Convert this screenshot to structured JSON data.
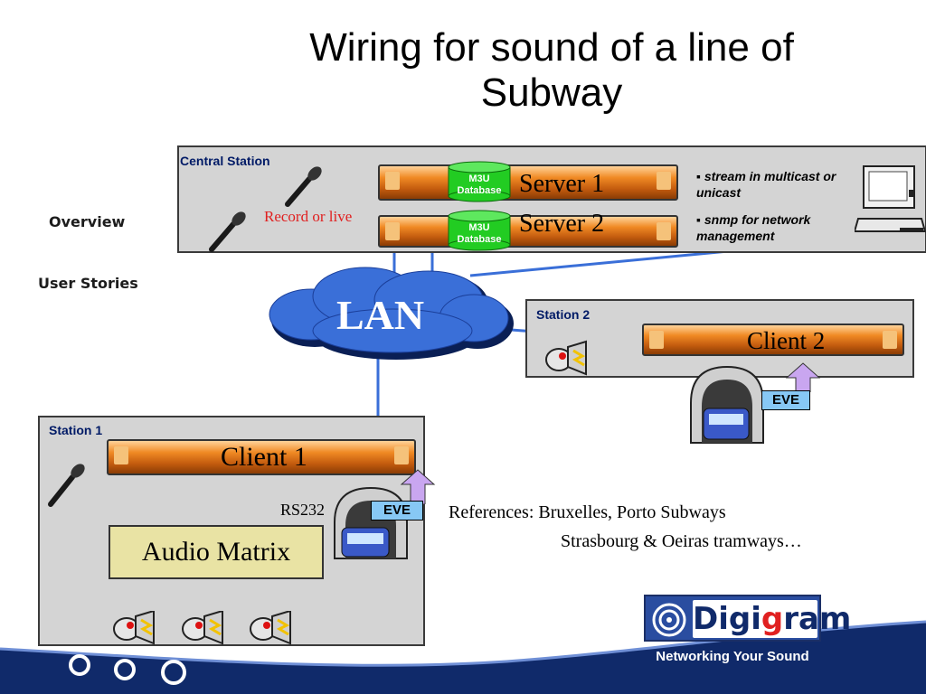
{
  "title_line1": "Wiring for sound of a line of",
  "title_line2": "Subway",
  "sidebar": {
    "overview": "Overview",
    "user_stories": "User Stories"
  },
  "central": {
    "label": "Central Station",
    "record_label": "Record or live",
    "server1": "Server 1",
    "server2": "Server 2",
    "db_line1": "M3U",
    "db_line2": "Database",
    "bullet1": "stream in multicast or unicast",
    "bullet2": "snmp for network management"
  },
  "lan": "LAN",
  "station2": {
    "label": "Station 2",
    "client": "Client 2",
    "eve": "EVE"
  },
  "station1": {
    "label": "Station 1",
    "client": "Client 1",
    "rs232": "RS232",
    "matrix": "Audio Matrix",
    "eve": "EVE"
  },
  "references_line1": "References: Bruxelles, Porto Subways",
  "references_line2": "Strasbourg & Oeiras tramways…",
  "logo": {
    "brand_a": "Digi",
    "brand_b": "g",
    "brand_c": "ram",
    "tagline": "Networking Your Sound"
  },
  "colors": {
    "lan_blue": "#3a6fd8",
    "wire_red": "#e02020",
    "wire_green": "#33cc33",
    "eve_arrow": "#c9a6f0",
    "wave_blue": "#102a6a"
  }
}
